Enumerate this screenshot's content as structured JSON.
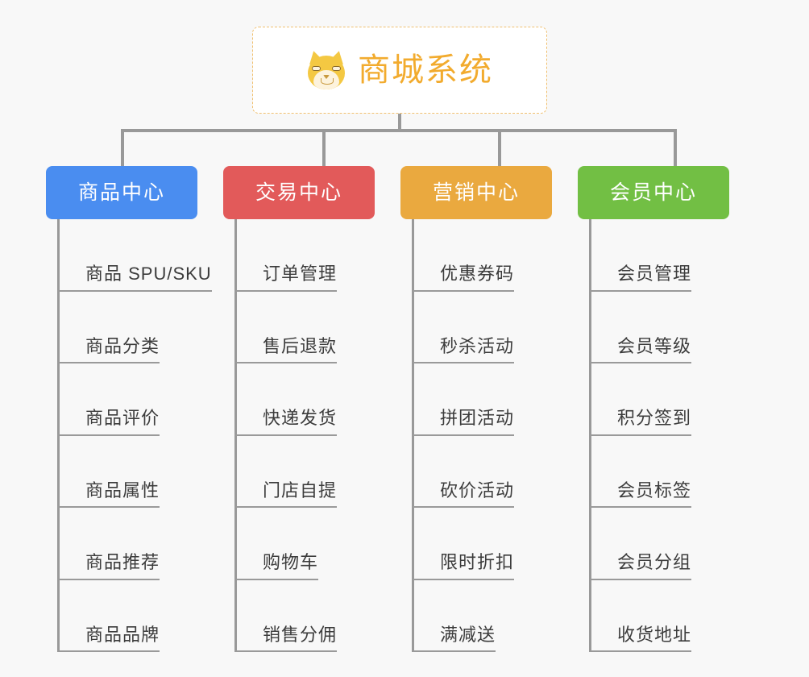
{
  "root": {
    "title": "商城系统",
    "icon": "shiba-dog-icon",
    "text_color": "#f2ab2e",
    "border_color": "#f0c070",
    "background": "#ffffff"
  },
  "canvas": {
    "background": "#f8f8f8",
    "connector_color": "#999999",
    "leaf_line_color": "#9a9a9a",
    "leaf_text_color": "#3c3c3c"
  },
  "categories": [
    {
      "label": "商品中心",
      "color": "#4a8df0",
      "items": [
        "商品 SPU/SKU",
        "商品分类",
        "商品评价",
        "商品属性",
        "商品推荐",
        "商品品牌"
      ]
    },
    {
      "label": "交易中心",
      "color": "#e25a5a",
      "items": [
        "订单管理",
        "售后退款",
        "快递发货",
        "门店自提",
        "购物车",
        "销售分佣"
      ]
    },
    {
      "label": "营销中心",
      "color": "#eaa93f",
      "items": [
        "优惠券码",
        "秒杀活动",
        "拼团活动",
        "砍价活动",
        "限时折扣",
        "满减送"
      ]
    },
    {
      "label": "会员中心",
      "color": "#72bf44",
      "items": [
        "会员管理",
        "会员等级",
        "积分签到",
        "会员标签",
        "会员分组",
        "收货地址"
      ]
    }
  ]
}
